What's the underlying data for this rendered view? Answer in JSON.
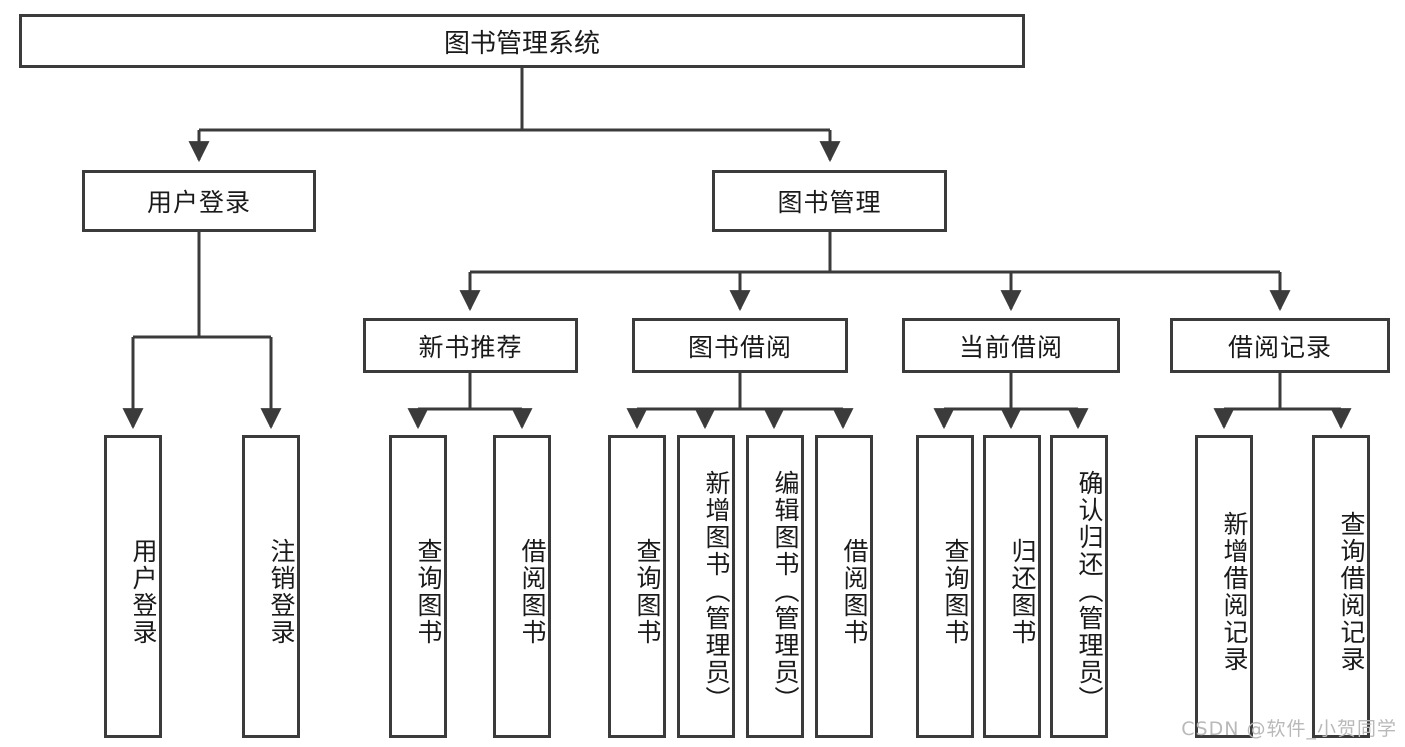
{
  "diagram": {
    "title": "图书管理系统",
    "watermark": "CSDN @软件_小贺同学",
    "root": {
      "label": "图书管理系统"
    },
    "level1": [
      {
        "label": "用户登录"
      },
      {
        "label": "图书管理"
      }
    ],
    "level2": [
      {
        "label": "新书推荐"
      },
      {
        "label": "图书借阅"
      },
      {
        "label": "当前借阅"
      },
      {
        "label": "借阅记录"
      }
    ],
    "leaves": {
      "user_login": [
        {
          "label": "用户登录"
        },
        {
          "label": "注销登录"
        }
      ],
      "new_book_recommend": [
        {
          "label": "查询图书"
        },
        {
          "label": "借阅图书"
        }
      ],
      "book_borrow": [
        {
          "label": "查询图书"
        },
        {
          "label": "新增图书（管理员）"
        },
        {
          "label": "编辑图书（管理员）"
        },
        {
          "label": "借阅图书"
        }
      ],
      "current_borrow": [
        {
          "label": "查询图书"
        },
        {
          "label": "归还图书"
        },
        {
          "label": "确认归还（管理员）"
        }
      ],
      "borrow_record": [
        {
          "label": "新增借阅记录"
        },
        {
          "label": "查询借阅记录"
        }
      ]
    },
    "colors": {
      "stroke": "#3b3b3b",
      "text": "#1a1a1a",
      "background": "#ffffff",
      "watermark": "#b9b9b9"
    }
  }
}
